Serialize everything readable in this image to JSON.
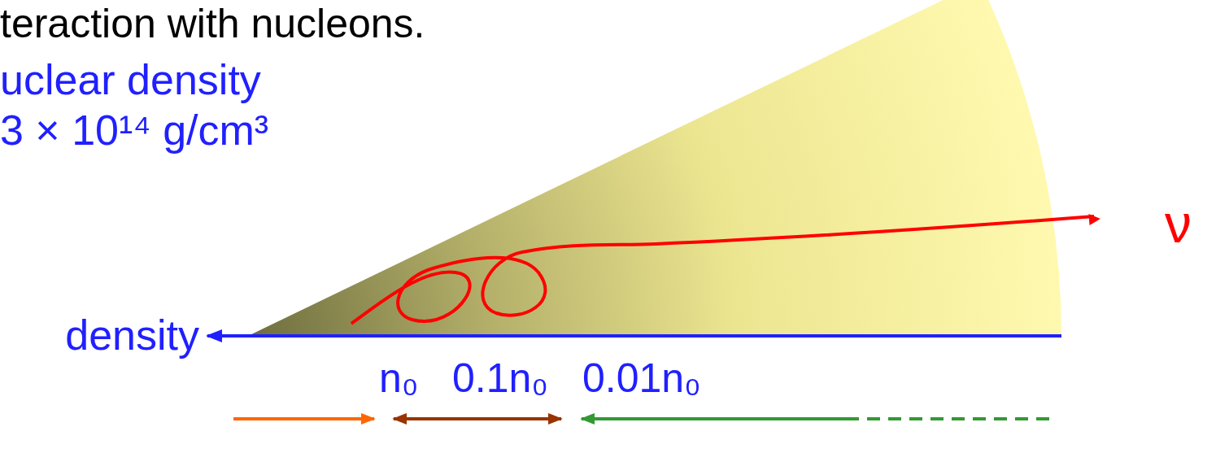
{
  "diagram": {
    "labels": [
      "teraction with nucleons.",
      "uclear density",
      "3 × 10¹⁴ g/cm³",
      "density",
      "ν",
      "n₀",
      "0.1n₀",
      "0.01n₀"
    ]
  }
}
